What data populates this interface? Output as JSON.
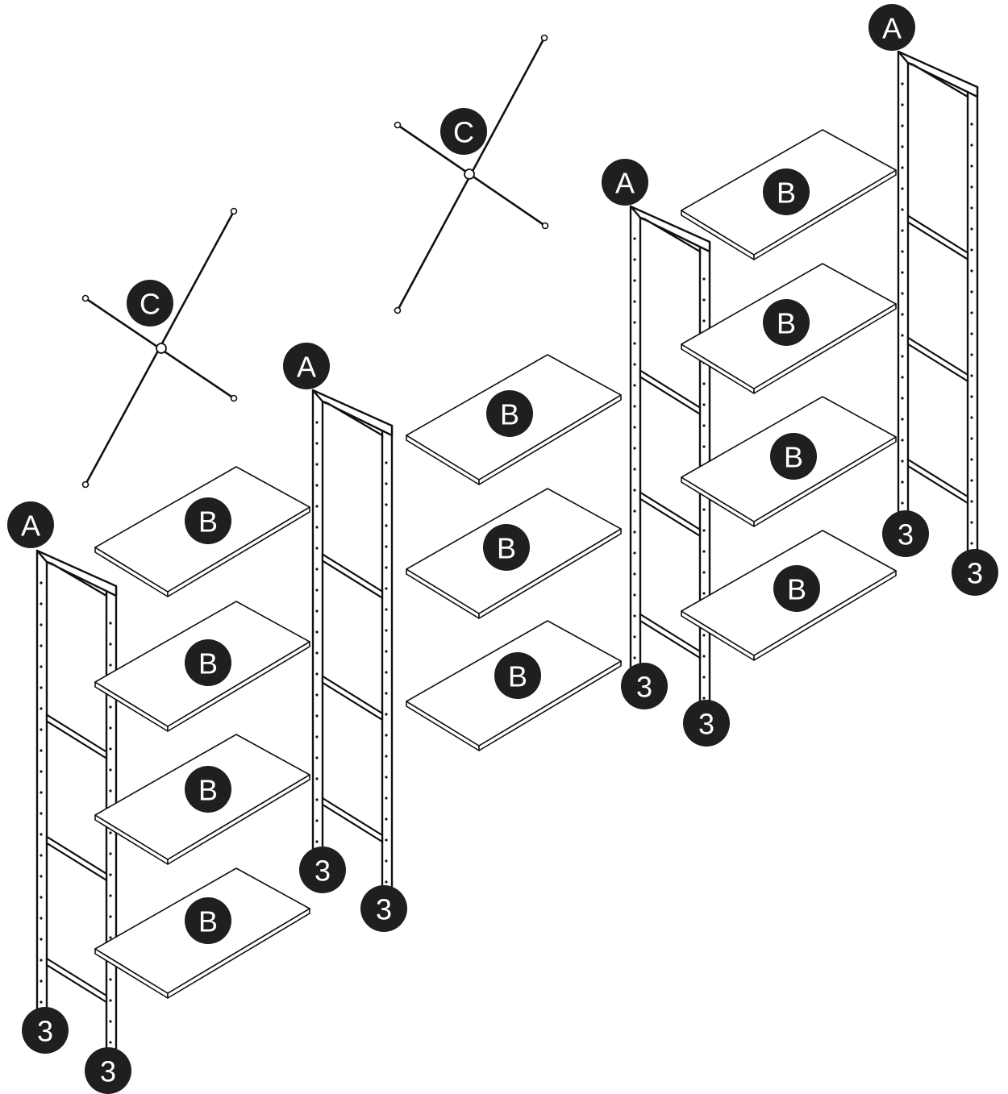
{
  "labels": {
    "frame": "A",
    "shelf": "B",
    "brace": "C",
    "foot": "3"
  }
}
